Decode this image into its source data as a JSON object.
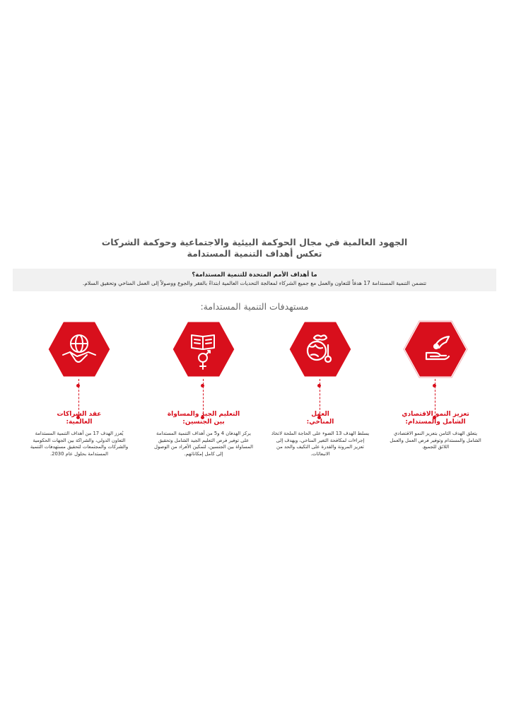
{
  "header": {
    "title_line1": "الجهود العالمية في مجال الحوكمة البيئية والاجتماعية وحوكمة الشركات",
    "title_line2": "تعكس أهداف التنمية المستدامة"
  },
  "info": {
    "question": "ما أهداف الأمم المتحدة للتنمية المستدامة؟",
    "answer": "تتضمن التنمية المستدامة 17 هدفاً للتعاون والعمل مع جميع الشركاء لمعالجة التحديات العالمية ابتداءً بالفقر والجوع ووصولاً إلى العمل المناخي وتحقيق السلام."
  },
  "section": {
    "title": "مستهدفات التنمية المستدامة:"
  },
  "colors": {
    "accent": "#d80f1c",
    "text": "#333333",
    "box": "#f1f1f1"
  },
  "cards": [
    {
      "icon": "hand-coin-icon",
      "title_l1": "تعزيز النمو الاقتصادي",
      "title_l2": "الشامل والمستدام:",
      "text": "يتعلق الهدف الثامن بتعزيز النمو الاقتصادي الشامل والمستدام وتوفير فرص العمل والعمل اللائق للجميع."
    },
    {
      "icon": "globe-thermometer-icon",
      "title_l1": "العمل",
      "title_l2": "المناخي:",
      "text": "يسلط الهدف 13 الضوء على الحاجة الملحة لاتخاذ إجراءات لمكافحة التغير المناخي، ويهدف إلى تعزيز المرونة والقدرة على التكيف والحد من الانبعاثات."
    },
    {
      "icon": "book-gender-icon",
      "title_l1": "التعليم الجيد والمساواة",
      "title_l2": "بين الجنسين:",
      "text": "يركز الهدفان 4 و5 من أهداف التنمية المستدامة على توفير فرص التعليم الجيد الشامل وتحقيق المساواة بين الجنسين، لتمكين الأفراد من الوصول إلى كامل إمكاناتهم."
    },
    {
      "icon": "globe-handshake-icon",
      "title_l1": "عقد الشراكات",
      "title_l2": "العالمية:",
      "text": "يُعزز الهدف 17 من أهداف التنمية المستدامة التعاون الدولي، والشراكة بين الجهات الحكومية والشركات والمجتمعات لتحقيق مستهدفات التنمية المستدامة بحلول عام 2030."
    }
  ]
}
